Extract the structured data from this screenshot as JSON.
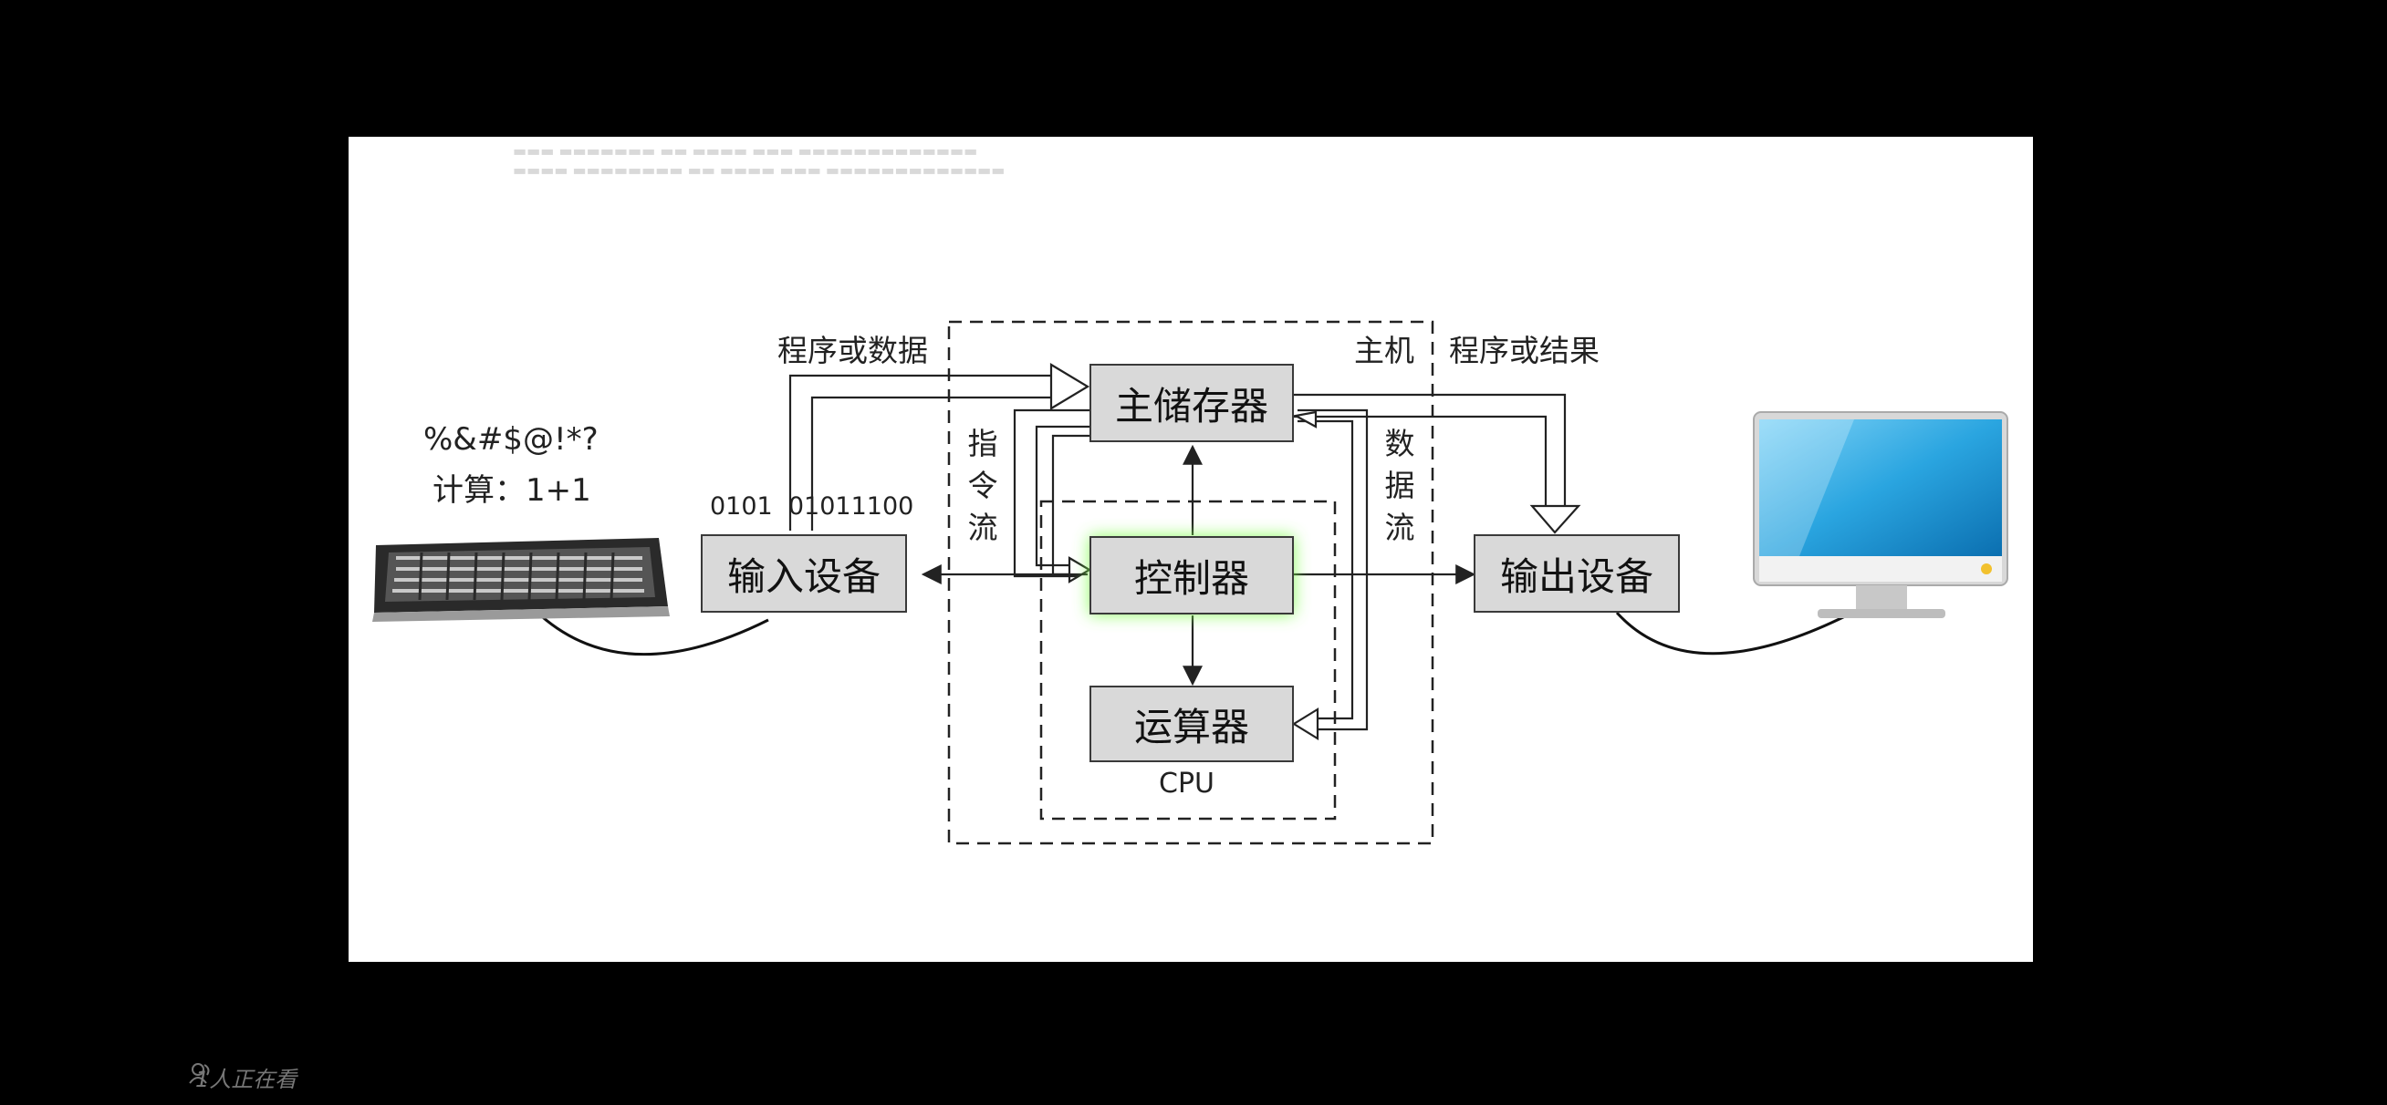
{
  "diagram": {
    "nodes": {
      "memory": "主储存器",
      "controller": "控制器",
      "alu": "运算器",
      "input": "输入设备",
      "output": "输出设备"
    },
    "labels": {
      "program_or_data": "程序或数据",
      "host": "主机",
      "program_or_result": "程序或结果",
      "instruction_flow": "指\n令\n流",
      "data_flow": "数\n据\n流",
      "cpu": "CPU",
      "symbols": "%&#$@!*?",
      "calc": "计算：1+1",
      "binary": "0101  01011100"
    },
    "devices": {
      "keyboard": "keyboard-icon",
      "monitor": "monitor-icon"
    },
    "colors": {
      "node_fill": "#d9d9d9",
      "controller_glow": "#7dff4a",
      "monitor_screen": "#2aa5e0"
    }
  },
  "footer": {
    "viewers": "1人正在看"
  }
}
